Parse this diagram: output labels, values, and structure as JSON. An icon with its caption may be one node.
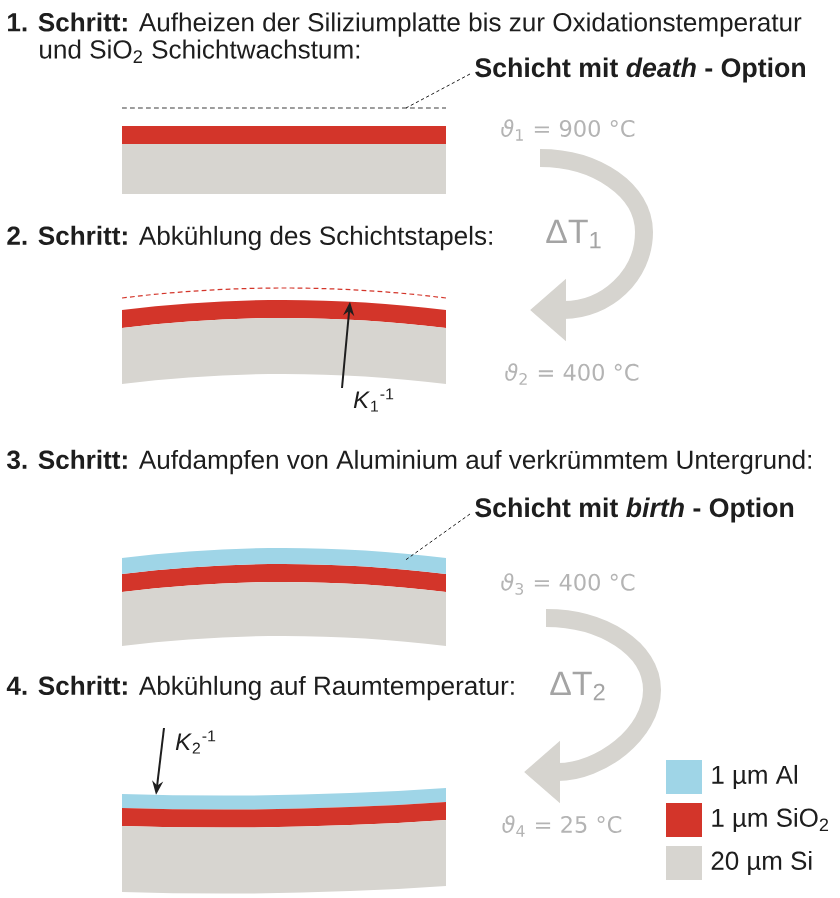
{
  "diagram": {
    "nodes": [
      {
        "text": [
          "Schicht mit *death* - Option"
        ]
      },
      {
        "text": [],
        "shape": "line"
      },
      {
        "text": [
          "*ϑ*$_{1}$ = 900 °C"
        ]
      },
      {
        "text": [],
        "shape": "bar"
      },
      {
        "text": [
          "*ϑ*$_{2}$ = 400 °C"
        ]
      },
      {
        "text": [
          "*K*$_{1}$$^{-1}$"
        ]
      },
      {
        "text": [
          "Schicht mit *birth* - Option"
        ]
      },
      {
        "text": [],
        "shape": "bar"
      },
      {
        "text": [
          "*ϑ*$_{3}$ = 400 °C"
        ]
      },
      {
        "text": [
          "*K*$_{2}$$^{-1}$"
        ]
      },
      {
        "text": [],
        "shape": "bar"
      },
      {
        "text": [
          "*ϑ*$_{4}$ = 25 °C"
        ]
      }
    ],
    "edges": [
      {
        "from": 0,
        "to": 1,
        "arrow": "none",
        "style": "dashed"
      },
      {
        "from": 2,
        "to": 4,
        "arrow": "to",
        "label": "ΔT$_{1}$",
        "style": "thick",
        "color": "#d6d4cf"
      },
      {
        "from": 5,
        "to": 3,
        "arrow": "to"
      },
      {
        "from": 6,
        "to": 7,
        "arrow": "none",
        "style": "dashed"
      },
      {
        "from": 8,
        "to": 11,
        "arrow": "to",
        "label": "ΔT$_{2}$",
        "style": "thick",
        "color": "#d6d4cf"
      },
      {
        "from": 9,
        "to": 10,
        "arrow": "to"
      }
    ],
    "labels": [
      "**1. Schritt:** Aufheizen der Siliziumplatte bis zur Oxidationstemperatur und SiO$_{2}$ Schichtwachstum:",
      "**2. Schritt:** Abkühlung des Schichtstapels:",
      "**3. Schritt:** Aufdampfen von Aluminium auf verkrümmtem Untergrund:",
      "**4. Schritt:** Abkühlung auf Raumtemperatur:"
    ],
    "legend": [
      {
        "text": "1 µm Al",
        "color": "#9fd5e7"
      },
      {
        "text": "1 µm SiO$_{2}$",
        "color": "#d3352a"
      },
      {
        "text": "20 µm Si",
        "color": "#d7d5d0"
      }
    ]
  }
}
